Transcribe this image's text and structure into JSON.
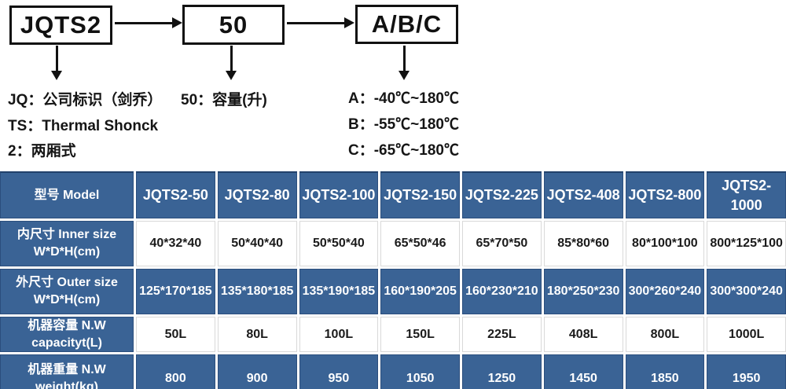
{
  "diagram": {
    "boxes": [
      {
        "label": "JQTS2"
      },
      {
        "label": "50"
      },
      {
        "label": "A/B/C"
      }
    ],
    "legend": {
      "jq": "JQ：公司标识（剑乔）",
      "ts": "TS：Thermal Shonck",
      "two": "2：两厢式",
      "capacity": "50：容量(升)",
      "a": "A：-40℃~180℃",
      "b": "B：-55℃~180℃",
      "c": "C：-65℃~180℃"
    }
  },
  "table": {
    "header": {
      "label": "型号 Model",
      "models": [
        "JQTS2-50",
        "JQTS2-80",
        "JQTS2-100",
        "JQTS2-150",
        "JQTS2-225",
        "JQTS2-408",
        "JQTS2-800",
        "JQTS2-1000"
      ]
    },
    "rows": [
      {
        "label_line1": "内尺寸 Inner size",
        "label_line2": "W*D*H(cm)",
        "shade": "light",
        "values": [
          "40*32*40",
          "50*40*40",
          "50*50*40",
          "65*50*46",
          "65*70*50",
          "85*80*60",
          "80*100*100",
          "800*125*100"
        ]
      },
      {
        "label_line1": "外尺寸 Outer size",
        "label_line2": "W*D*H(cm)",
        "shade": "blue",
        "values": [
          "125*170*185",
          "135*180*185",
          "135*190*185",
          "160*190*205",
          "160*230*210",
          "180*250*230",
          "300*260*240",
          "300*300*240"
        ]
      },
      {
        "label_line1": "机器容量 N.W",
        "label_line2": "capacityt(L)",
        "shade": "light",
        "values": [
          "50L",
          "80L",
          "100L",
          "150L",
          "225L",
          "408L",
          "800L",
          "1000L"
        ]
      },
      {
        "label_line1": "机器重量 N.W",
        "label_line2": "weight(kg)",
        "shade": "blue",
        "values": [
          "800",
          "900",
          "950",
          "1050",
          "1250",
          "1450",
          "1850",
          "1950"
        ]
      }
    ]
  },
  "colors": {
    "cell_blue": "#3A6395",
    "cell_border": "#2B4E7D",
    "light_border": "#D9D9D9",
    "text_dark": "#151515"
  }
}
